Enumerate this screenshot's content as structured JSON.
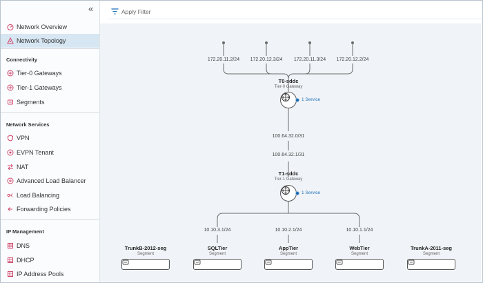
{
  "sidebar": {
    "collapse_glyph": "«",
    "top_items": [
      {
        "label": "Network Overview",
        "icon": "dashboard-icon"
      },
      {
        "label": "Network Topology",
        "icon": "topology-icon",
        "active": true
      }
    ],
    "sections": [
      {
        "title": "Connectivity",
        "items": [
          {
            "label": "Tier-0 Gateways",
            "icon": "tier0-gateway-icon"
          },
          {
            "label": "Tier-1 Gateways",
            "icon": "tier1-gateway-icon"
          },
          {
            "label": "Segments",
            "icon": "segments-icon"
          }
        ]
      },
      {
        "title": "Network Services",
        "items": [
          {
            "label": "VPN",
            "icon": "vpn-icon"
          },
          {
            "label": "EVPN Tenant",
            "icon": "evpn-icon"
          },
          {
            "label": "NAT",
            "icon": "nat-icon"
          },
          {
            "label": "Advanced Load Balancer",
            "icon": "advanced-lb-icon"
          },
          {
            "label": "Load Balancing",
            "icon": "load-balancing-icon"
          },
          {
            "label": "Forwarding Policies",
            "icon": "forwarding-icon"
          }
        ]
      },
      {
        "title": "IP Management",
        "items": [
          {
            "label": "DNS",
            "icon": "dns-icon"
          },
          {
            "label": "DHCP",
            "icon": "dhcp-icon"
          },
          {
            "label": "IP Address Pools",
            "icon": "ip-pool-icon"
          }
        ]
      }
    ]
  },
  "filter": {
    "label": "Apply Filter",
    "icon": "filter-icon"
  },
  "topology": {
    "uplink_ips": [
      "172.20.11.2/24",
      "172.20.12.3/24",
      "172.20.11.3/24",
      "172.20.12.2/24"
    ],
    "t0": {
      "name": "T0-sddc",
      "type": "Tier-0 Gateway",
      "services": "1 Service"
    },
    "transit_ips": [
      "100.64.32.0/31",
      "100.64.32.1/31"
    ],
    "t1": {
      "name": "T1-sddc",
      "type": "Tier-1 Gateway",
      "services": "1 Service"
    },
    "segments": [
      {
        "name": "TrunkB-2012-seg",
        "type": "Segment",
        "ip": ""
      },
      {
        "name": "SQLTier",
        "type": "Segment",
        "ip": "10.10.3.1/24"
      },
      {
        "name": "AppTier",
        "type": "Segment",
        "ip": "10.10.2.1/24"
      },
      {
        "name": "WebTier",
        "type": "Segment",
        "ip": "10.10.1.1/24"
      },
      {
        "name": "TrunkA-2011-seg",
        "type": "Segment",
        "ip": ""
      }
    ]
  },
  "colors": {
    "accent": "#2072b8",
    "icon": "#d0466b",
    "active_bg": "#d6e6f2"
  }
}
